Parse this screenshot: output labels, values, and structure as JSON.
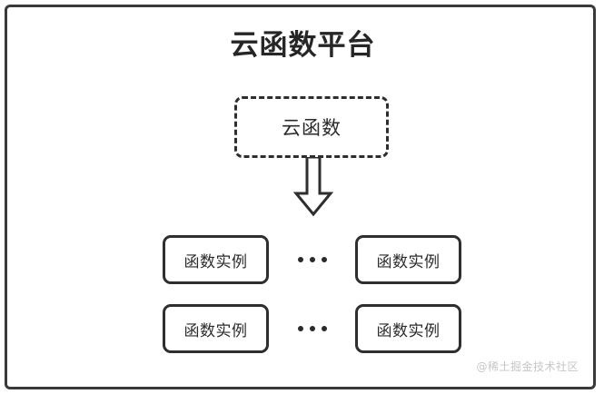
{
  "diagram": {
    "title": "云函数平台",
    "cloud_function": {
      "label": "云函数",
      "border_style": "dashed"
    },
    "arrow": {
      "icon": "down-block-arrow",
      "direction": "down"
    },
    "rows": [
      {
        "left_instance": "函数实例",
        "ellipsis": "•••",
        "right_instance": "函数实例"
      },
      {
        "left_instance": "函数实例",
        "ellipsis": "•••",
        "right_instance": "函数实例"
      }
    ],
    "watermark": "@稀土掘金技术社区",
    "colors": {
      "stroke": "#2e2e30",
      "frame_stroke": "#3a3a3c",
      "text": "#2b2b2d",
      "title_text": "#262626",
      "watermark_text": "#c6c6c8",
      "background": "#ffffff"
    }
  }
}
